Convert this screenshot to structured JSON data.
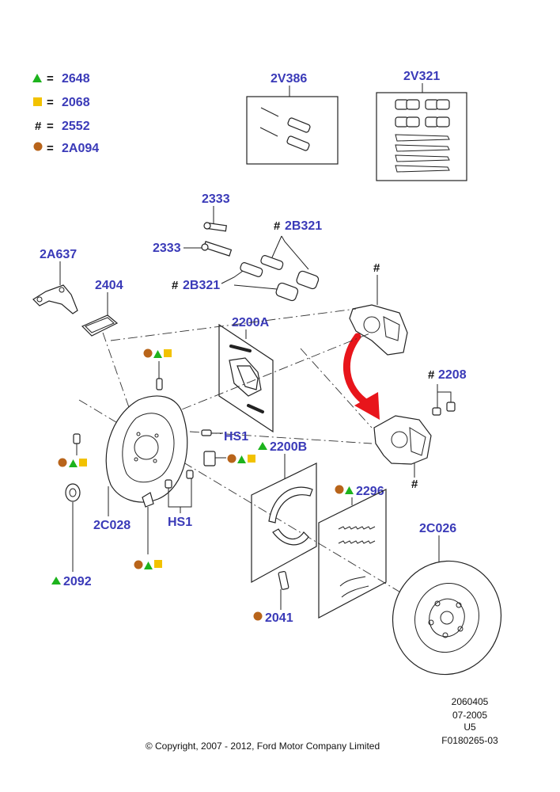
{
  "legend": [
    {
      "symbol": "triangle",
      "color": "#1db31d",
      "eq": "=",
      "code": "2648"
    },
    {
      "symbol": "square",
      "color": "#f2c200",
      "eq": "=",
      "code": "2068"
    },
    {
      "symbol": "#",
      "eq": "=",
      "code": "2552"
    },
    {
      "symbol": "circle",
      "color": "#b8641a",
      "eq": "=",
      "code": "2A094"
    }
  ],
  "callouts": {
    "kit_2v386": "2V386",
    "kit_2v321": "2V321",
    "bolt_upper": "2333",
    "bolt_lower": "2333",
    "bushing_upper": "2B321",
    "bushing_lower": "2B321",
    "bracket": "2A637",
    "pad_small": "2404",
    "pads": "2200A",
    "shoes": "2200B",
    "bleeder": "2208",
    "springs": "2296",
    "backplate": "2C028",
    "disc": "2C026",
    "grommet": "2092",
    "adjuster": "2041",
    "hs1_upper": "HS1",
    "hs1_lower": "HS1"
  },
  "hash_mark": "#",
  "colors": {
    "label": "#3a3ab8",
    "triangle": "#1db31d",
    "square": "#f2c200",
    "circle": "#b8641a",
    "arrow": "#e8151b"
  },
  "meta": {
    "line1": "2060405",
    "line2": "07-2005",
    "line3": "U5",
    "line4": "F0180265-03",
    "copyright": "© Copyright, 2007 - 2012, Ford Motor Company Limited"
  }
}
